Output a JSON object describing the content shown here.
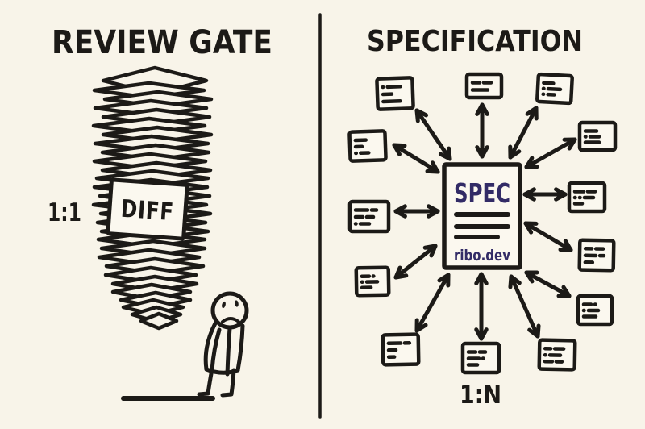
{
  "canvas": {
    "background_color": "#f8f4e9",
    "ink_color": "#1c1a17",
    "accent_color": "#322b66",
    "paper_fill": "#fbf8ef"
  },
  "left_panel": {
    "title": "REVIEW GATE",
    "ratio_label": "1:1",
    "stack_label": "DIFF",
    "stack_icon": "paper-stack-icon",
    "figure_icon": "sad-stick-figure-icon"
  },
  "right_panel": {
    "title": "SPECIFICATION",
    "ratio_label": "1:N",
    "spec_doc": {
      "title": "SPEC",
      "site": "ribo.dev"
    },
    "note_card_count": 13,
    "arrow_count": 13
  }
}
